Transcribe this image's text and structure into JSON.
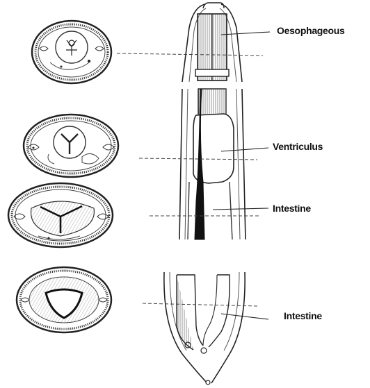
{
  "labels": {
    "oesophagus": "Oesophageous",
    "ventriculus": "Ventriculus",
    "intestine_1": "Intestine",
    "intestine_2": "Intestine"
  },
  "colors": {
    "ink": "#222222",
    "hatch": "#555555",
    "dashed": "#444444",
    "lumen": "#111111"
  }
}
